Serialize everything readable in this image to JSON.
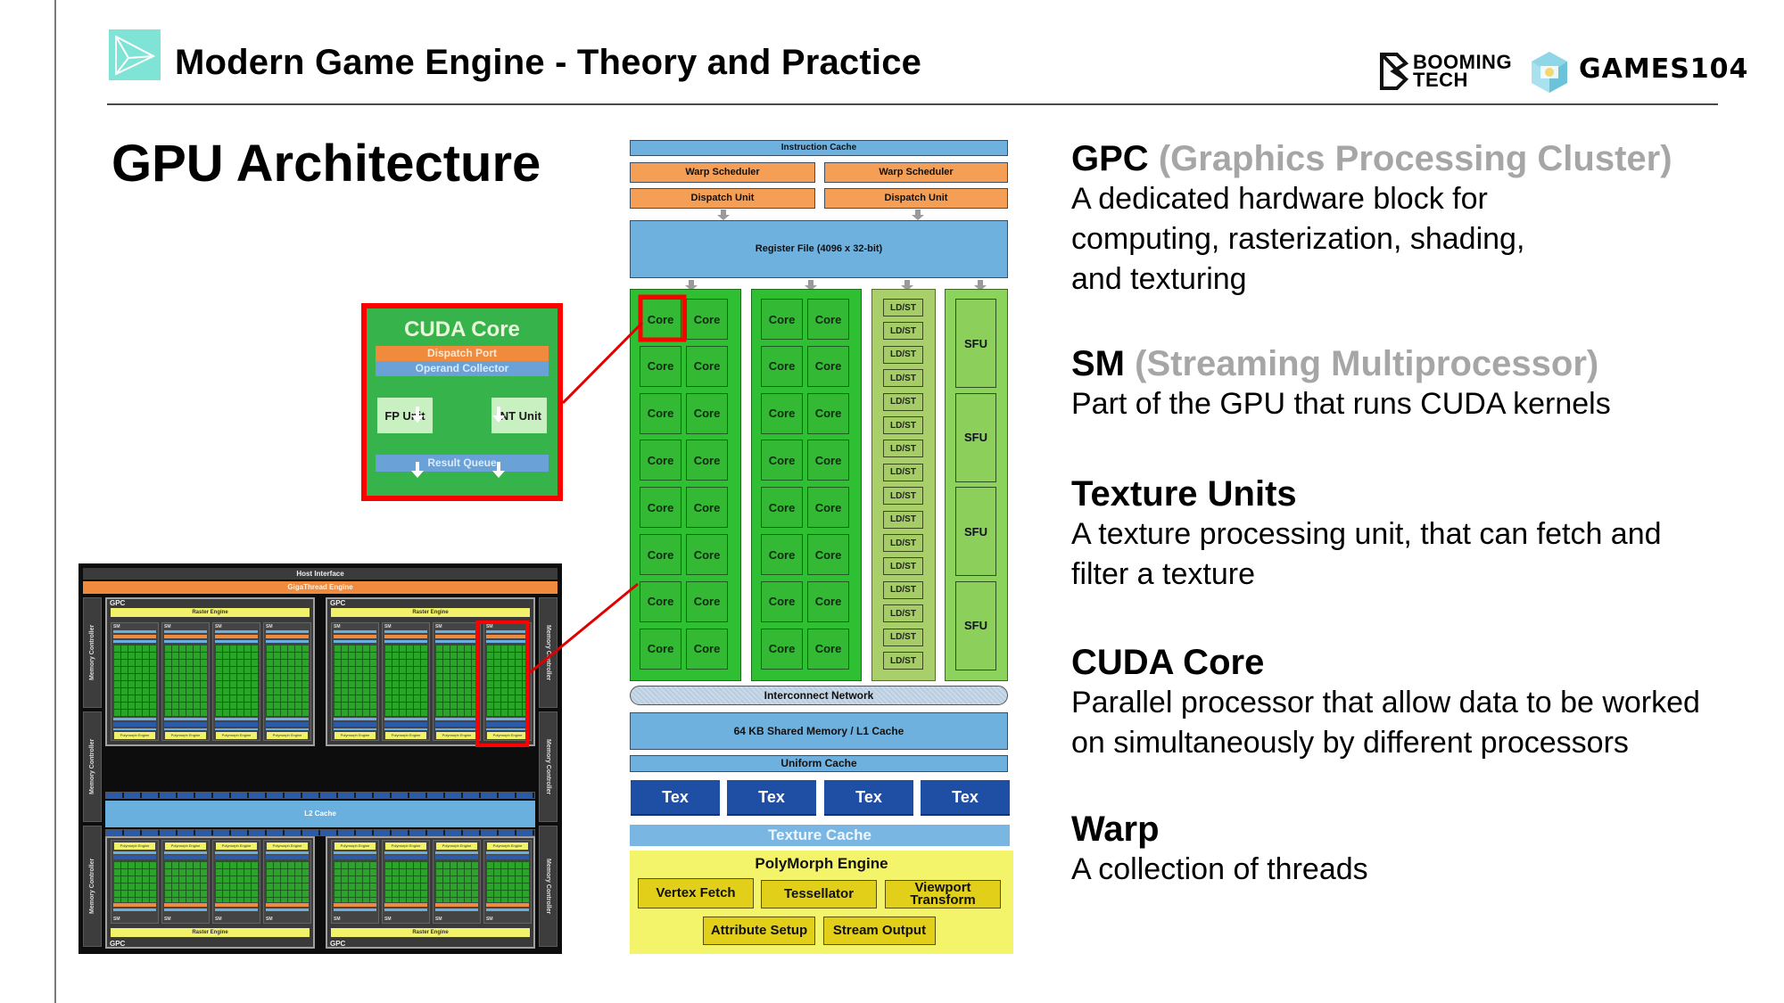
{
  "header": {
    "title": "Modern Game Engine - Theory and Practice",
    "icon": "play-triangle-icon",
    "logos": {
      "booming_line1": "BOOMING",
      "booming_line2": "TECH",
      "games": "GAMES104"
    }
  },
  "page": {
    "heading": "GPU Architecture"
  },
  "colors": {
    "accent_teal": "#7fe3d6",
    "callout_red": "#ff0000",
    "core_green": "#34b935",
    "term_gray": "#a6a6a6"
  },
  "cuda_core_inset": {
    "title": "CUDA Core",
    "dispatch_port": "Dispatch Port",
    "operand_collector": "Operand Collector",
    "fp_unit": "FP Unit",
    "int_unit": "INT Unit",
    "result_queue": "Result Queue"
  },
  "gpu_diagram": {
    "host_interface": "Host Interface",
    "gigathread_engine": "GigaThread Engine",
    "memory_controller": "Memory Controller",
    "gpc_label": "GPC",
    "raster_engine": "Raster Engine",
    "sm_label": "SM",
    "polymorph_engine": "Polymorph Engine",
    "l2_cache": "L2 Cache"
  },
  "sm_diagram": {
    "instruction_cache": "Instruction Cache",
    "warp_scheduler": "Warp Scheduler",
    "dispatch_unit": "Dispatch Unit",
    "register_file": "Register File (4096 x 32-bit)",
    "core_label": "Core",
    "ldst_label": "LD/ST",
    "sfu_label": "SFU",
    "interconnect": "Interconnect Network",
    "shared_memory": "64 KB Shared Memory / L1 Cache",
    "uniform_cache": "Uniform Cache",
    "tex_label": "Tex",
    "texture_cache": "Texture Cache",
    "polymorph": {
      "title": "PolyMorph Engine",
      "vertex_fetch": "Vertex Fetch",
      "tessellator": "Tessellator",
      "viewport_transform": "Viewport Transform",
      "attribute_setup": "Attribute Setup",
      "stream_output": "Stream Output"
    }
  },
  "definitions": [
    {
      "term": "GPC",
      "full": "(Graphics Processing Cluster)",
      "desc": "A dedicated hardware block for\ncomputing, rasterization, shading,\nand texturing"
    },
    {
      "term": "SM",
      "full": "(Streaming Multiprocessor)",
      "desc": "Part of the GPU that runs CUDA kernels"
    },
    {
      "term": "Texture Units",
      "full": "",
      "desc": "A texture processing unit, that can fetch and\nfilter a texture"
    },
    {
      "term": "CUDA Core",
      "full": "",
      "desc": "Parallel processor that allow data to be worked\non simultaneously by different processors"
    },
    {
      "term": "Warp",
      "full": "",
      "desc": "A collection of threads"
    }
  ]
}
